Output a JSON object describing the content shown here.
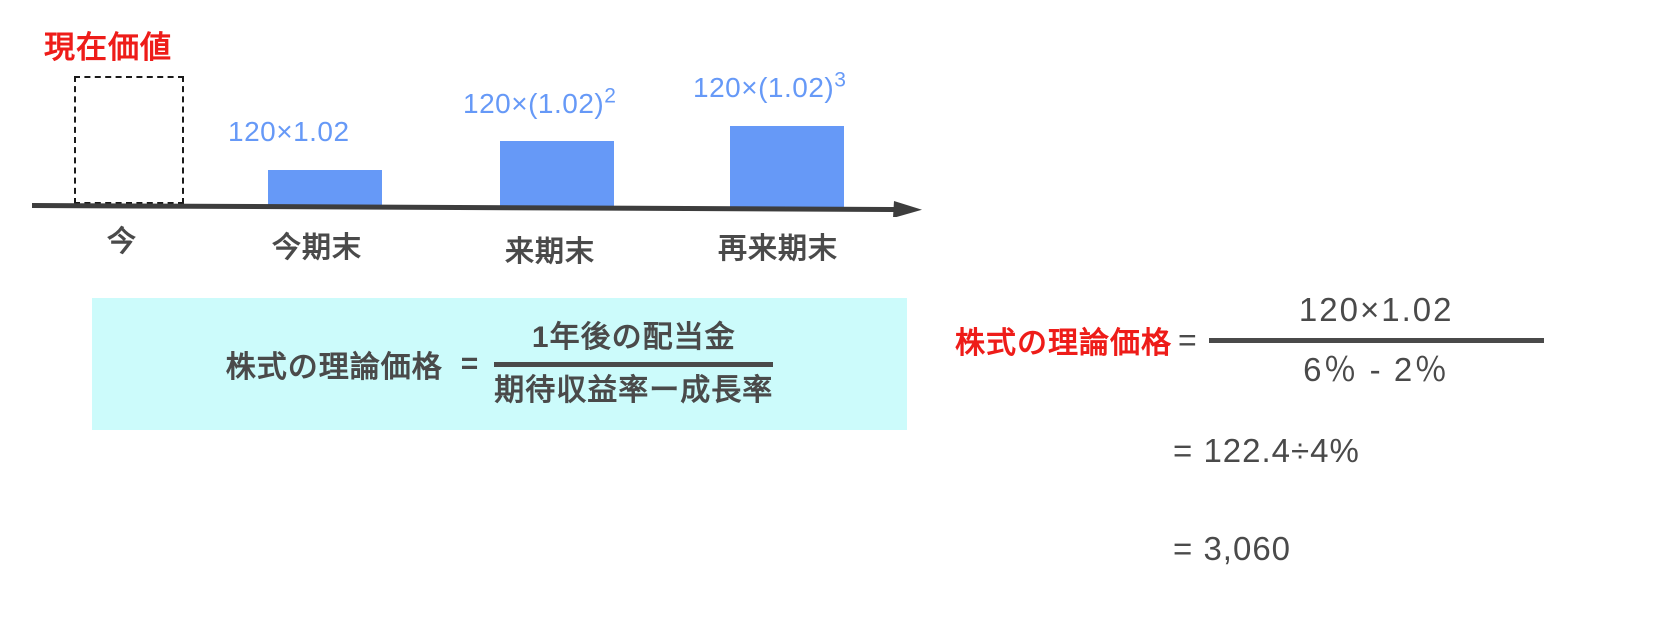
{
  "chart": {
    "present_value_label": "現在価値",
    "bars": [
      {
        "tick_label": "今",
        "value_label": "",
        "exponent": "",
        "kind": "dashed-placeholder"
      },
      {
        "tick_label": "今期末",
        "value_label": "120×1.02",
        "exponent": "",
        "kind": "solid"
      },
      {
        "tick_label": "来期末",
        "value_label": "120×(1.02)",
        "exponent": "2",
        "kind": "solid"
      },
      {
        "tick_label": "再来期末",
        "value_label": "120×(1.02)",
        "exponent": "3",
        "kind": "solid"
      }
    ]
  },
  "chart_data": {
    "type": "bar",
    "title": "",
    "xlabel": "",
    "ylabel": "",
    "categories": [
      "今",
      "今期末",
      "来期末",
      "再来期末"
    ],
    "values": [
      null,
      122.4,
      124.85,
      127.34
    ],
    "data_labels": [
      "",
      "120×1.02",
      "120×(1.02)²",
      "120×(1.02)³"
    ],
    "bar_color": "#6699f7",
    "placeholder_bar": {
      "category": "今",
      "style": "dashed-outline",
      "label": "現在価値"
    },
    "grid": false,
    "legend": "none",
    "axis_style": "arrow-right"
  },
  "formula_box": {
    "background_color": "#ccfbfb",
    "lhs": "株式の理論価格",
    "equals": "=",
    "numerator": "1年後の配当金",
    "denominator": "期待収益率ー成長率"
  },
  "calculation": {
    "lhs": "株式の理論価格",
    "lhs_color": "#ee1c19",
    "equals": "=",
    "numerator": "120×1.02",
    "denominator": "6％ - 2％",
    "step_2": "= 122.4÷4%",
    "step_3": "= 3,060"
  },
  "colors": {
    "accent_red": "#ee1c19",
    "bar_blue": "#6699f7",
    "panel_cyan": "#ccfbfb",
    "ink": "#4a4a4a"
  }
}
